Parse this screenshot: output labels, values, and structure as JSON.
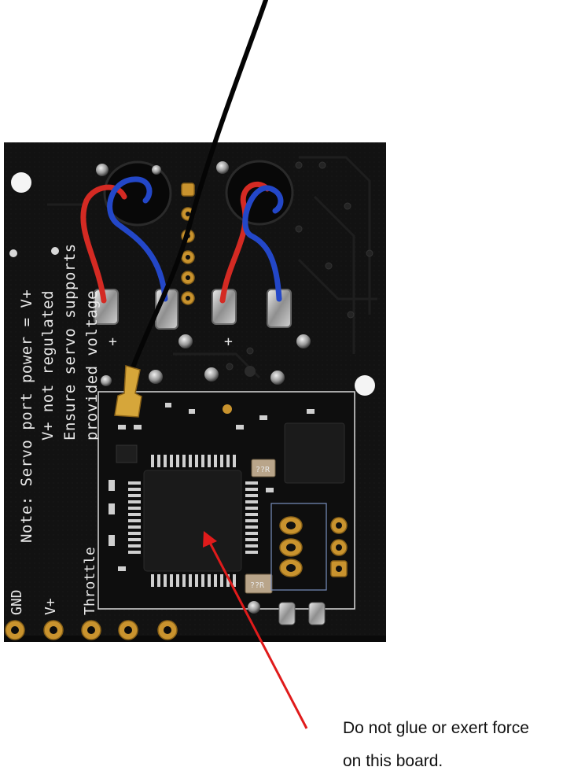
{
  "board": {
    "note_lines": [
      "Note: Servo port power = V+",
      "V+ not regulated",
      "Ensure servo supports",
      "provided voltage"
    ],
    "pin_labels": [
      "GND",
      "V+",
      "Throttle"
    ],
    "plus_marks": [
      "+",
      "+"
    ],
    "inductor_markings": [
      "??R",
      "??R"
    ]
  },
  "annotation": {
    "caption_lines": [
      "Do not glue or exert force",
      "on this board."
    ],
    "arrow_color": "#e01b1b"
  },
  "colors": {
    "background": "#ffffff",
    "pcb": "#111111",
    "silkscreen": "#e8e8e8",
    "pad_gold": "#c9932e",
    "wire_red": "#d42a23",
    "wire_blue": "#2347c8",
    "antenna_lead": "#050505",
    "antenna_connector": "#d6a63a"
  }
}
